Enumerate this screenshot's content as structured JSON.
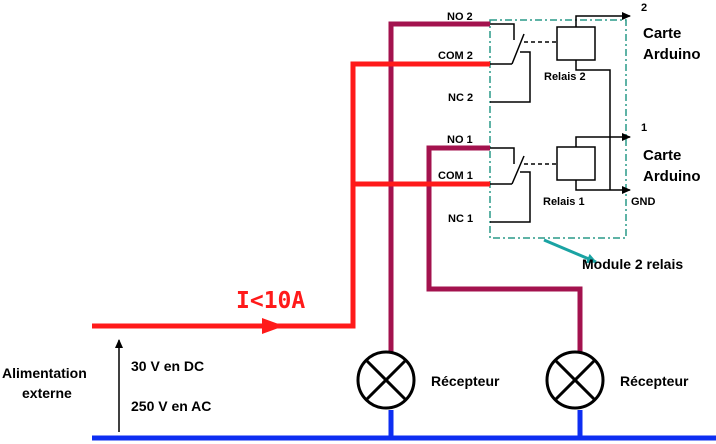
{
  "colors": {
    "red_wire": "#ff1a1a",
    "purple_wire": "#a3124e",
    "blue_wire": "#0d2ef2",
    "module_border": "#2a9a88",
    "arrow_teal": "#1aa3a3",
    "black": "#000000"
  },
  "relay_pins": {
    "no2": "NO 2",
    "com2": "COM 2",
    "nc2": "NC 2",
    "no1": "NO 1",
    "com1": "COM 1",
    "nc1": "NC 1"
  },
  "relays": {
    "relay2": "Relais 2",
    "relay1": "Relais 1"
  },
  "arduino": {
    "pin2": "2",
    "pin1": "1",
    "label_line1": "Carte",
    "label_line2": "Arduino",
    "gnd": "GND"
  },
  "module_label": "Module 2 relais",
  "current_label": "I<10A",
  "supply": {
    "line1": "Alimentation",
    "line2": "externe",
    "dc": "30 V en DC",
    "ac": "250 V en AC"
  },
  "receivers": {
    "left": "Récepteur",
    "right": "Récepteur"
  }
}
